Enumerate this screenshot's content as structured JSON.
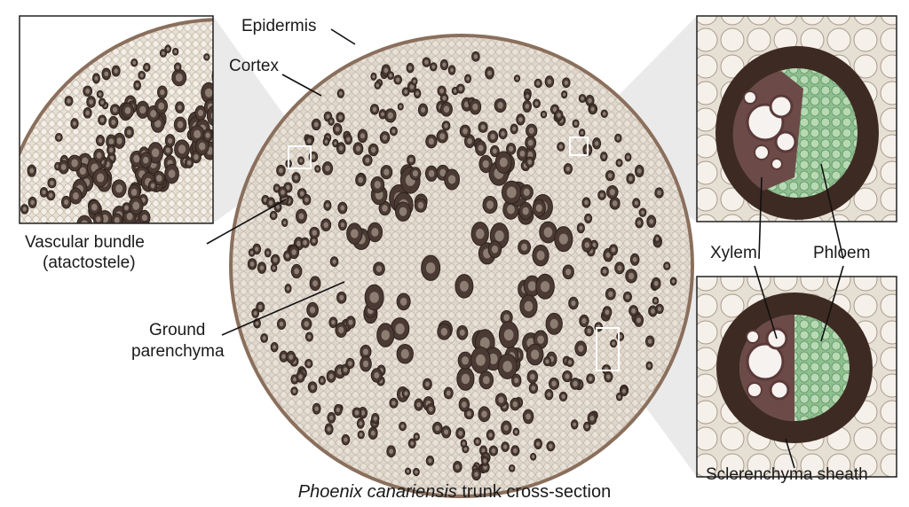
{
  "labels": {
    "epidermis": "Epidermis",
    "cortex": "Cortex",
    "vascular_bundle_line1": "Vascular bundle",
    "vascular_bundle_line2": "(atactostele)",
    "ground_line1": "Ground",
    "ground_line2": "parenchyma",
    "xylem": "Xylem",
    "phloem": "Phloem",
    "sclerenchyma": "Sclerenchyma sheath"
  },
  "caption": {
    "species": "Phoenix canariensis",
    "rest": " trunk cross-section"
  },
  "colors": {
    "parenchyma": "#e9e1d6",
    "epidermis": "#8a6f5c",
    "bundle": "#4a3a33",
    "sheath": "#3d2a22",
    "xylem": "#f4efec",
    "phloem": "#9fc9a0"
  }
}
